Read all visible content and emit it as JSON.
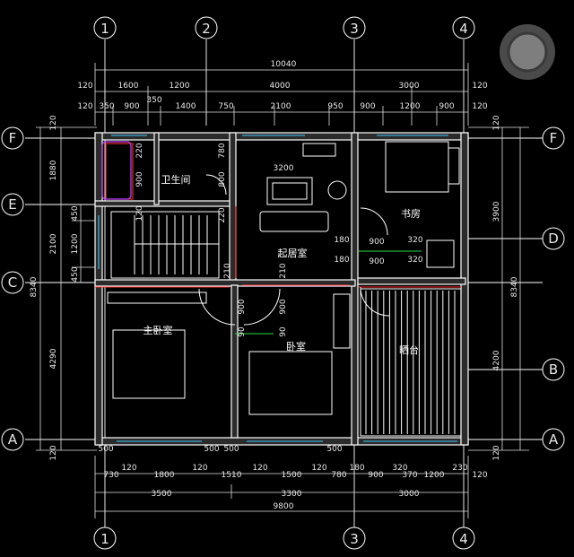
{
  "axes": {
    "top": [
      "1",
      "2",
      "3",
      "4"
    ],
    "bottom": [
      "1",
      "3",
      "4"
    ],
    "left": [
      "F",
      "E",
      "C",
      "A"
    ],
    "right": [
      "F",
      "D",
      "B",
      "A"
    ]
  },
  "dims": {
    "top_total": "10040",
    "top_row2": [
      "120",
      "1600",
      "1200",
      "4000",
      "3000",
      "120"
    ],
    "top_row3": [
      "120",
      "350",
      "900",
      "1400",
      "750",
      "2100",
      "950",
      "900",
      "1200",
      "900",
      "120"
    ],
    "top_extra": "350",
    "bottom_row1": [
      "730",
      "120",
      "1800",
      "120",
      "1510",
      "120",
      "1500",
      "120",
      "780",
      "180",
      "900",
      "320",
      "370",
      "1200",
      "230",
      "120"
    ],
    "bottom_row1b": [
      "500",
      "500",
      "500",
      "500"
    ],
    "bottom_row2": [
      "3500",
      "3300",
      "3000"
    ],
    "bottom_total": "9800",
    "left_outer": [
      "120",
      "1880",
      "2100",
      "4290",
      "120"
    ],
    "left_total": "8340",
    "left_inner": [
      "450",
      "1200",
      "450"
    ],
    "right_outer": [
      "120",
      "3900",
      "4200",
      "120"
    ],
    "right_total": "8340",
    "inner_texts": [
      "220",
      "900",
      "780",
      "800",
      "120",
      "220",
      "3200",
      "180",
      "180",
      "900",
      "900",
      "320",
      "320",
      "210",
      "210",
      "900",
      "900",
      "90",
      "90"
    ]
  },
  "rooms": {
    "bathroom": "卫生间",
    "living": "起居室",
    "study": "书房",
    "master": "主卧室",
    "bedroom": "卧室",
    "balcony": "晒台"
  }
}
